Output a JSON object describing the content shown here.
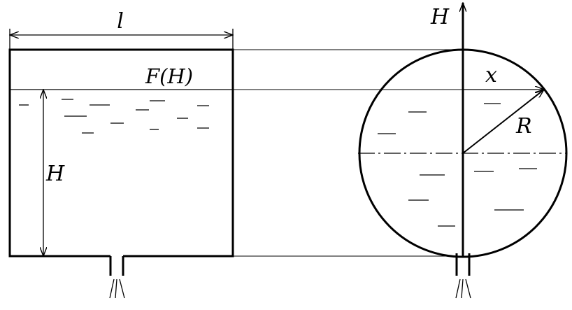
{
  "labels": {
    "length": "l",
    "area_function": "F(H)",
    "height_left": "H",
    "height_axis": "H",
    "half_width": "x",
    "radius": "R"
  },
  "colors": {
    "ink": "#000000",
    "background": "#ffffff"
  }
}
